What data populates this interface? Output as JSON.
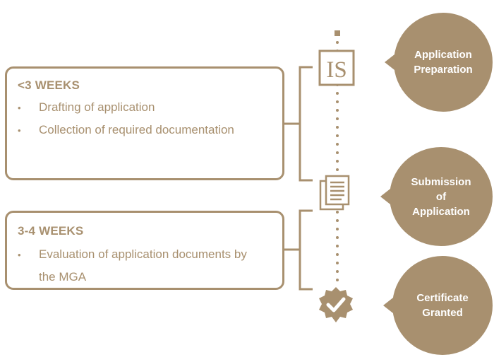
{
  "colors": {
    "accent": "#a8906f",
    "background": "#ffffff"
  },
  "phases": [
    {
      "duration": "<3 WEEKS",
      "bullet": "•",
      "tasks": [
        "Drafting of application",
        "Collection of required documentation"
      ]
    },
    {
      "duration": "3-4 WEEKS",
      "bullet": "•",
      "tasks": [
        "Evaluation of application documents by the MGA"
      ]
    }
  ],
  "milestones": [
    {
      "label": "Application Preparation",
      "icon": "is-logo-icon",
      "icon_text": "IS"
    },
    {
      "label": "Submission of Application",
      "icon": "documents-icon"
    },
    {
      "label": "Certificate Granted",
      "icon": "check-badge-icon"
    }
  ]
}
